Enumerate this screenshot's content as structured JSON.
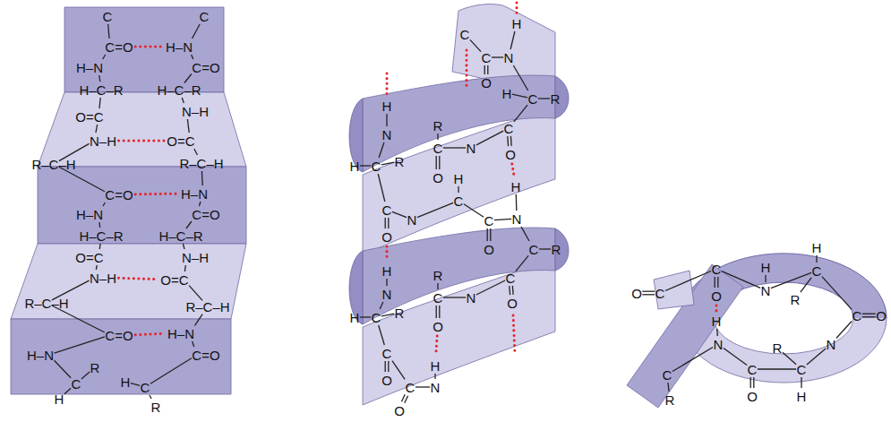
{
  "diagram": {
    "labels": [
      "C",
      "C=O",
      "H–N",
      "H–C–R",
      "O=C",
      "N–H",
      "R–C–H",
      "C=O",
      "H–N",
      "H–C–R",
      "O=C",
      "N–H",
      "R–C–H",
      "C=O",
      "H–N",
      "C",
      "H",
      "R",
      "C",
      "H–N",
      "C=O",
      "H–C–R",
      "N–H",
      "O=C",
      "R–C–H",
      "H–N",
      "C=O",
      "H–C–R",
      "N–H",
      "O=C",
      "R–C–H",
      "H–N",
      "C=O",
      "H",
      "C",
      "R",
      "H",
      "C",
      "C",
      "N",
      "O",
      "H",
      "C",
      "R",
      "C",
      "O",
      "H",
      "N",
      "C",
      "R",
      "O",
      "H",
      "N",
      "C",
      "H",
      "R",
      "C",
      "O",
      "H",
      "N",
      "C",
      "H",
      "R",
      "N",
      "C",
      "H",
      "C",
      "O",
      "N",
      "C",
      "R",
      "C",
      "O",
      "N",
      "C",
      "R",
      "O",
      "C",
      "O",
      "C",
      "N",
      "O",
      "H",
      "O",
      "C",
      "C",
      "O",
      "H",
      "N",
      "N",
      "H",
      "C",
      "H",
      "R",
      "C",
      "O",
      "N",
      "C",
      "H",
      "R",
      "C",
      "O",
      "C",
      "R"
    ]
  }
}
